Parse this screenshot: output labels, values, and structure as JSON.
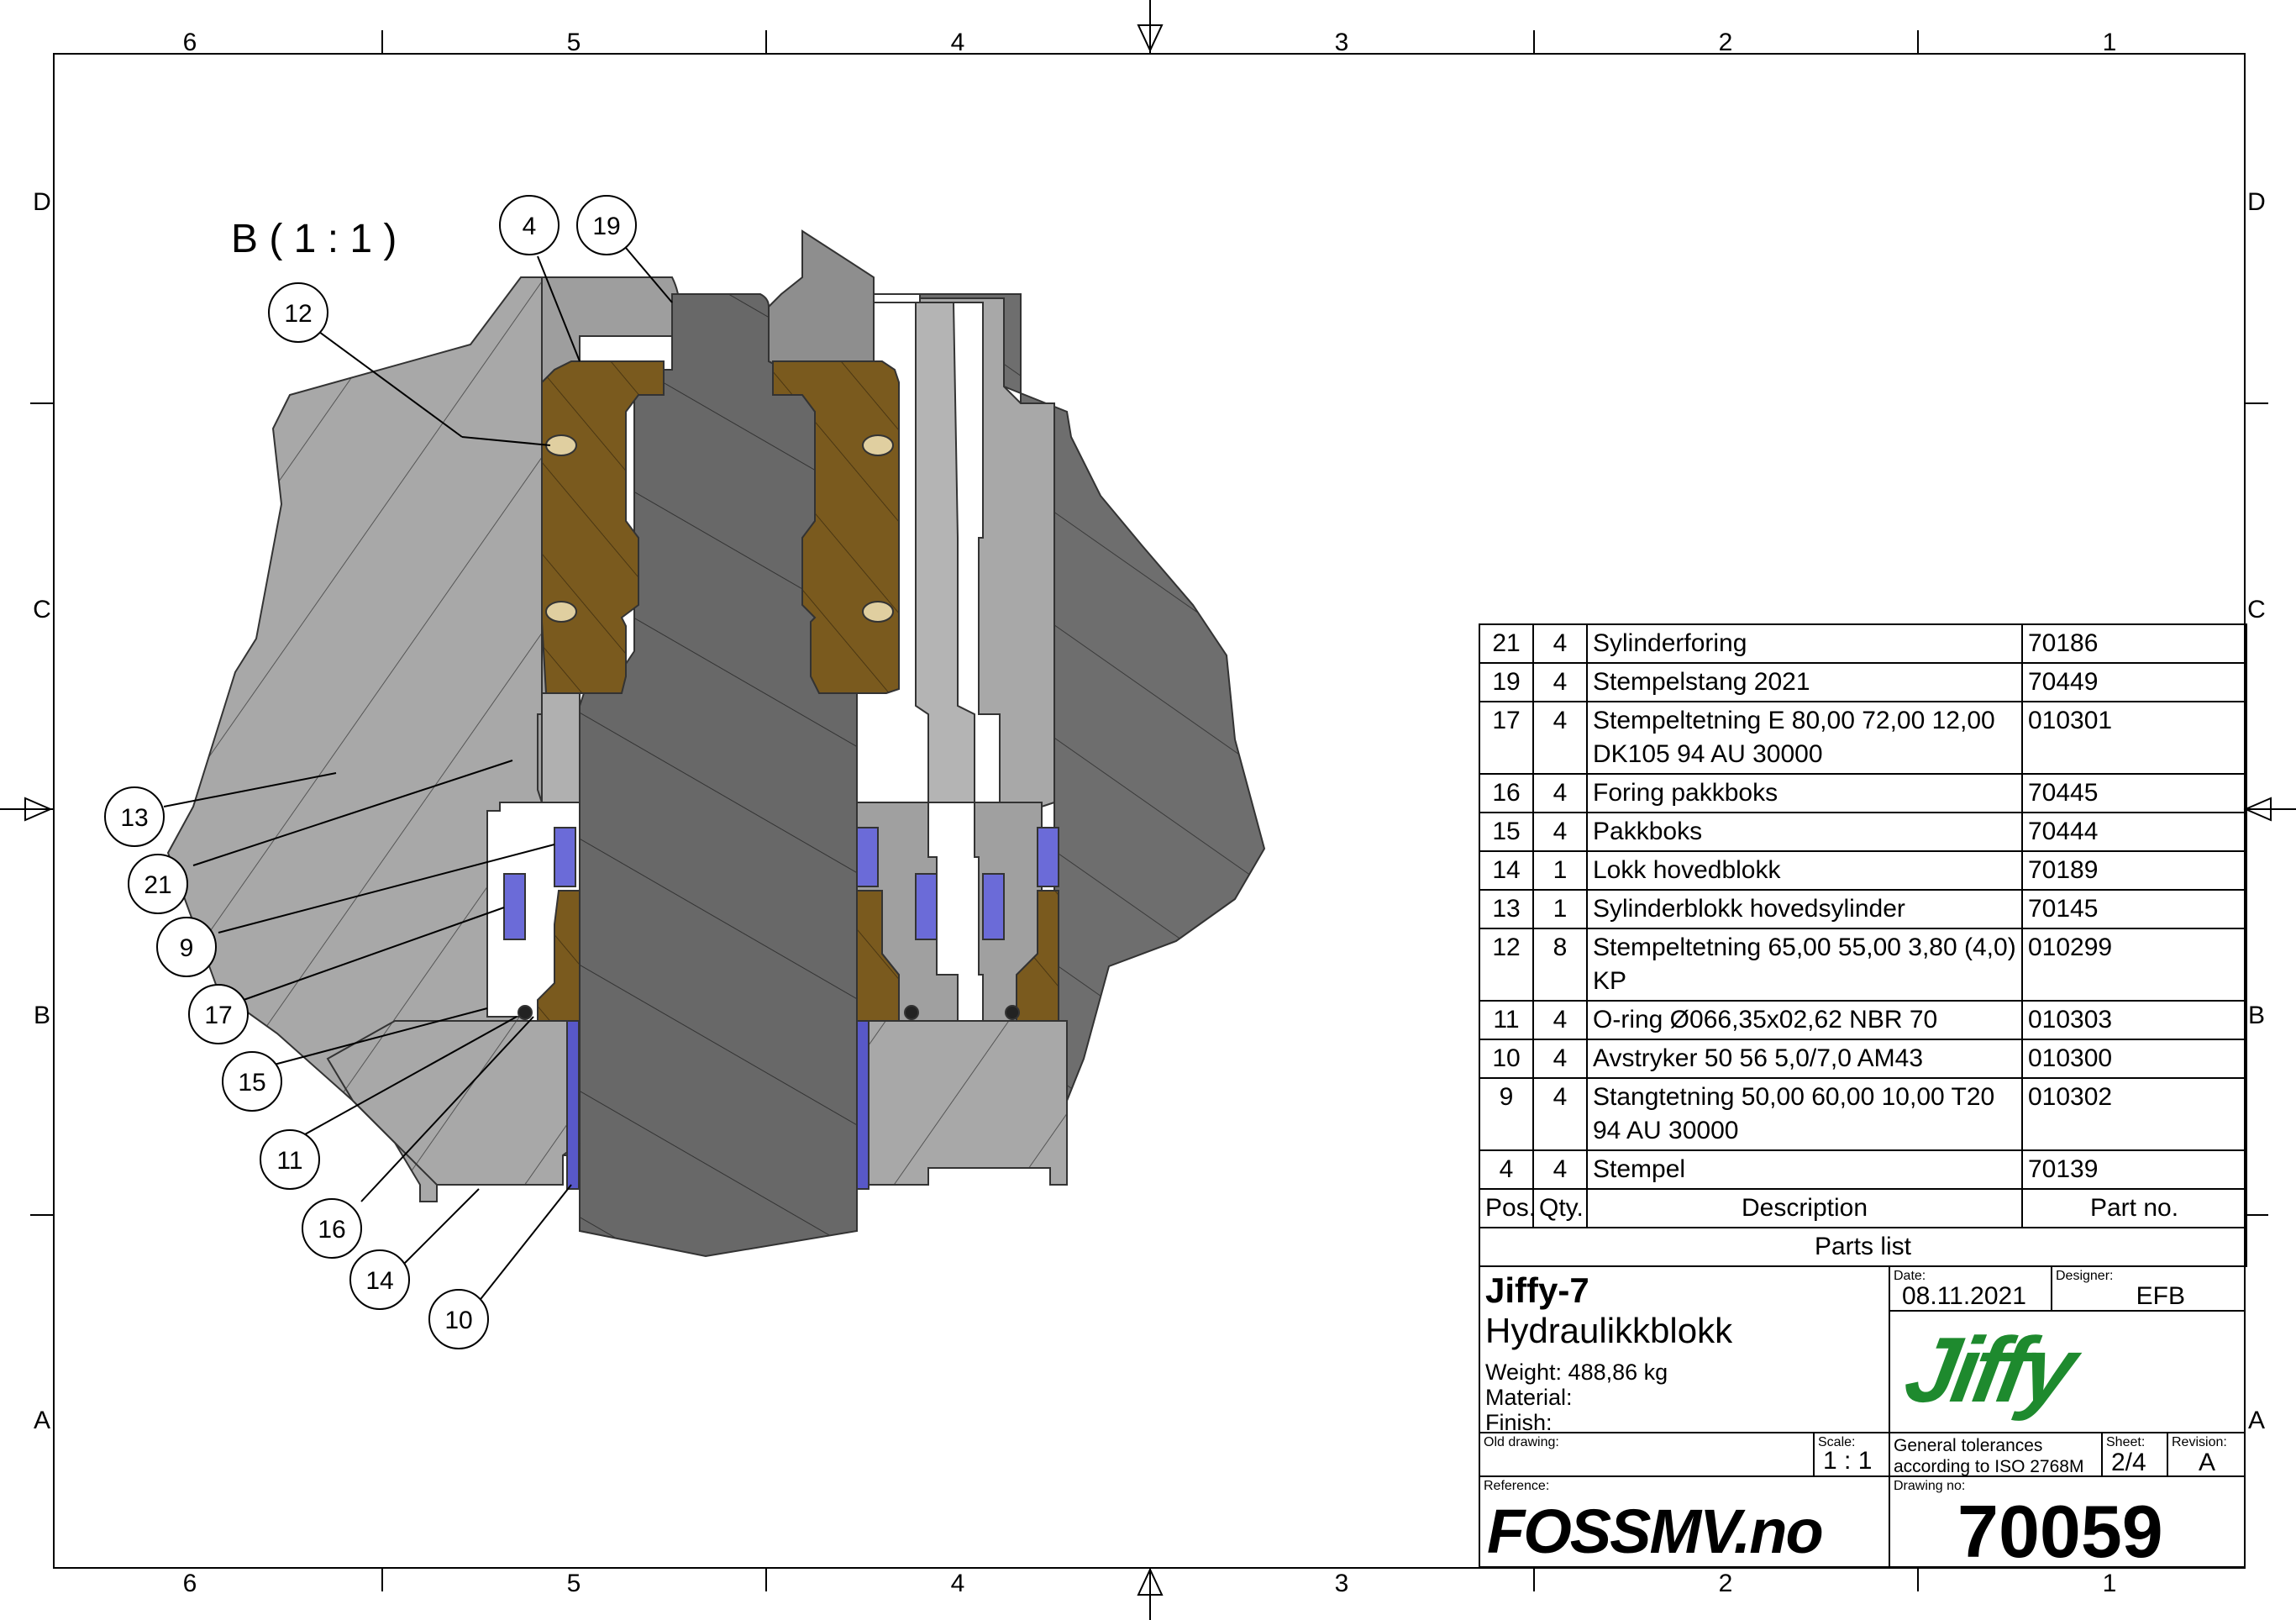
{
  "frame": {
    "columns_top": [
      "6",
      "5",
      "4",
      "3",
      "2",
      "1"
    ],
    "columns_bottom": [
      "6",
      "5",
      "4",
      "3",
      "2",
      "1"
    ],
    "rows_left": [
      "D",
      "C",
      "B",
      "A"
    ],
    "rows_right": [
      "D",
      "C",
      "B",
      "A"
    ]
  },
  "view": {
    "label": "B ( 1 : 1 )"
  },
  "callouts": [
    "4",
    "19",
    "12",
    "13",
    "21",
    "9",
    "17",
    "15",
    "11",
    "16",
    "14",
    "10"
  ],
  "colors": {
    "housing": "#a8a8a8",
    "housing_dark": "#6e6e6e",
    "rod": "#686868",
    "bronze": "#7a5a1e",
    "seal_blue": "#6b6bd8",
    "line": "#333333"
  },
  "parts_list": {
    "rows": [
      {
        "pos": "21",
        "qty": "4",
        "desc": "Sylinderforing",
        "part": "70186"
      },
      {
        "pos": "19",
        "qty": "4",
        "desc": "Stempelstang 2021",
        "part": "70449"
      },
      {
        "pos": "17",
        "qty": "4",
        "desc": "Stempeltetning E 80,00 72,00 12,00 DK105 94 AU 30000",
        "part": "010301"
      },
      {
        "pos": "16",
        "qty": "4",
        "desc": "Foring pakkboks",
        "part": "70445"
      },
      {
        "pos": "15",
        "qty": "4",
        "desc": "Pakkboks",
        "part": "70444"
      },
      {
        "pos": "14",
        "qty": "1",
        "desc": "Lokk hovedblokk",
        "part": "70189"
      },
      {
        "pos": "13",
        "qty": "1",
        "desc": "Sylinderblokk hovedsylinder",
        "part": "70145"
      },
      {
        "pos": "12",
        "qty": "8",
        "desc": "Stempeltetning 65,00 55,00 3,80 (4,0) KP",
        "part": "010299"
      },
      {
        "pos": "11",
        "qty": "4",
        "desc": "O-ring Ø066,35x02,62 NBR 70",
        "part": "010303"
      },
      {
        "pos": "10",
        "qty": "4",
        "desc": "Avstryker 50 56 5,0/7,0 AM43",
        "part": "010300"
      },
      {
        "pos": "9",
        "qty": "4",
        "desc": "Stangtetning 50,00 60,00 10,00 T20 94 AU 30000",
        "part": "010302"
      },
      {
        "pos": "4",
        "qty": "4",
        "desc": "Stempel",
        "part": "70139"
      }
    ],
    "headers": {
      "pos": "Pos.",
      "qty": "Qty.",
      "desc": "Description",
      "part": "Part no."
    },
    "caption": "Parts list"
  },
  "title_block": {
    "title": "Jiffy-7",
    "subtitle": "Hydraulikkblokk",
    "weight": "Weight: 488,86 kg",
    "material": "Material:",
    "finish": "Finish:",
    "date_label": "Date:",
    "date": "08.11.2021",
    "designer_label": "Designer:",
    "designer": "EFB",
    "logo": "Jiffy",
    "old_drawing_label": "Old drawing:",
    "scale_label": "Scale:",
    "scale": "1 : 1",
    "tolerance": "General tolerances according to ISO 2768M",
    "sheet_label": "Sheet:",
    "sheet": "2/4",
    "revision_label": "Revision:",
    "revision": "A",
    "reference_label": "Reference:",
    "company_logo": "FOSSMV.no",
    "drawing_no_label": "Drawing no:",
    "drawing_no": "70059"
  }
}
